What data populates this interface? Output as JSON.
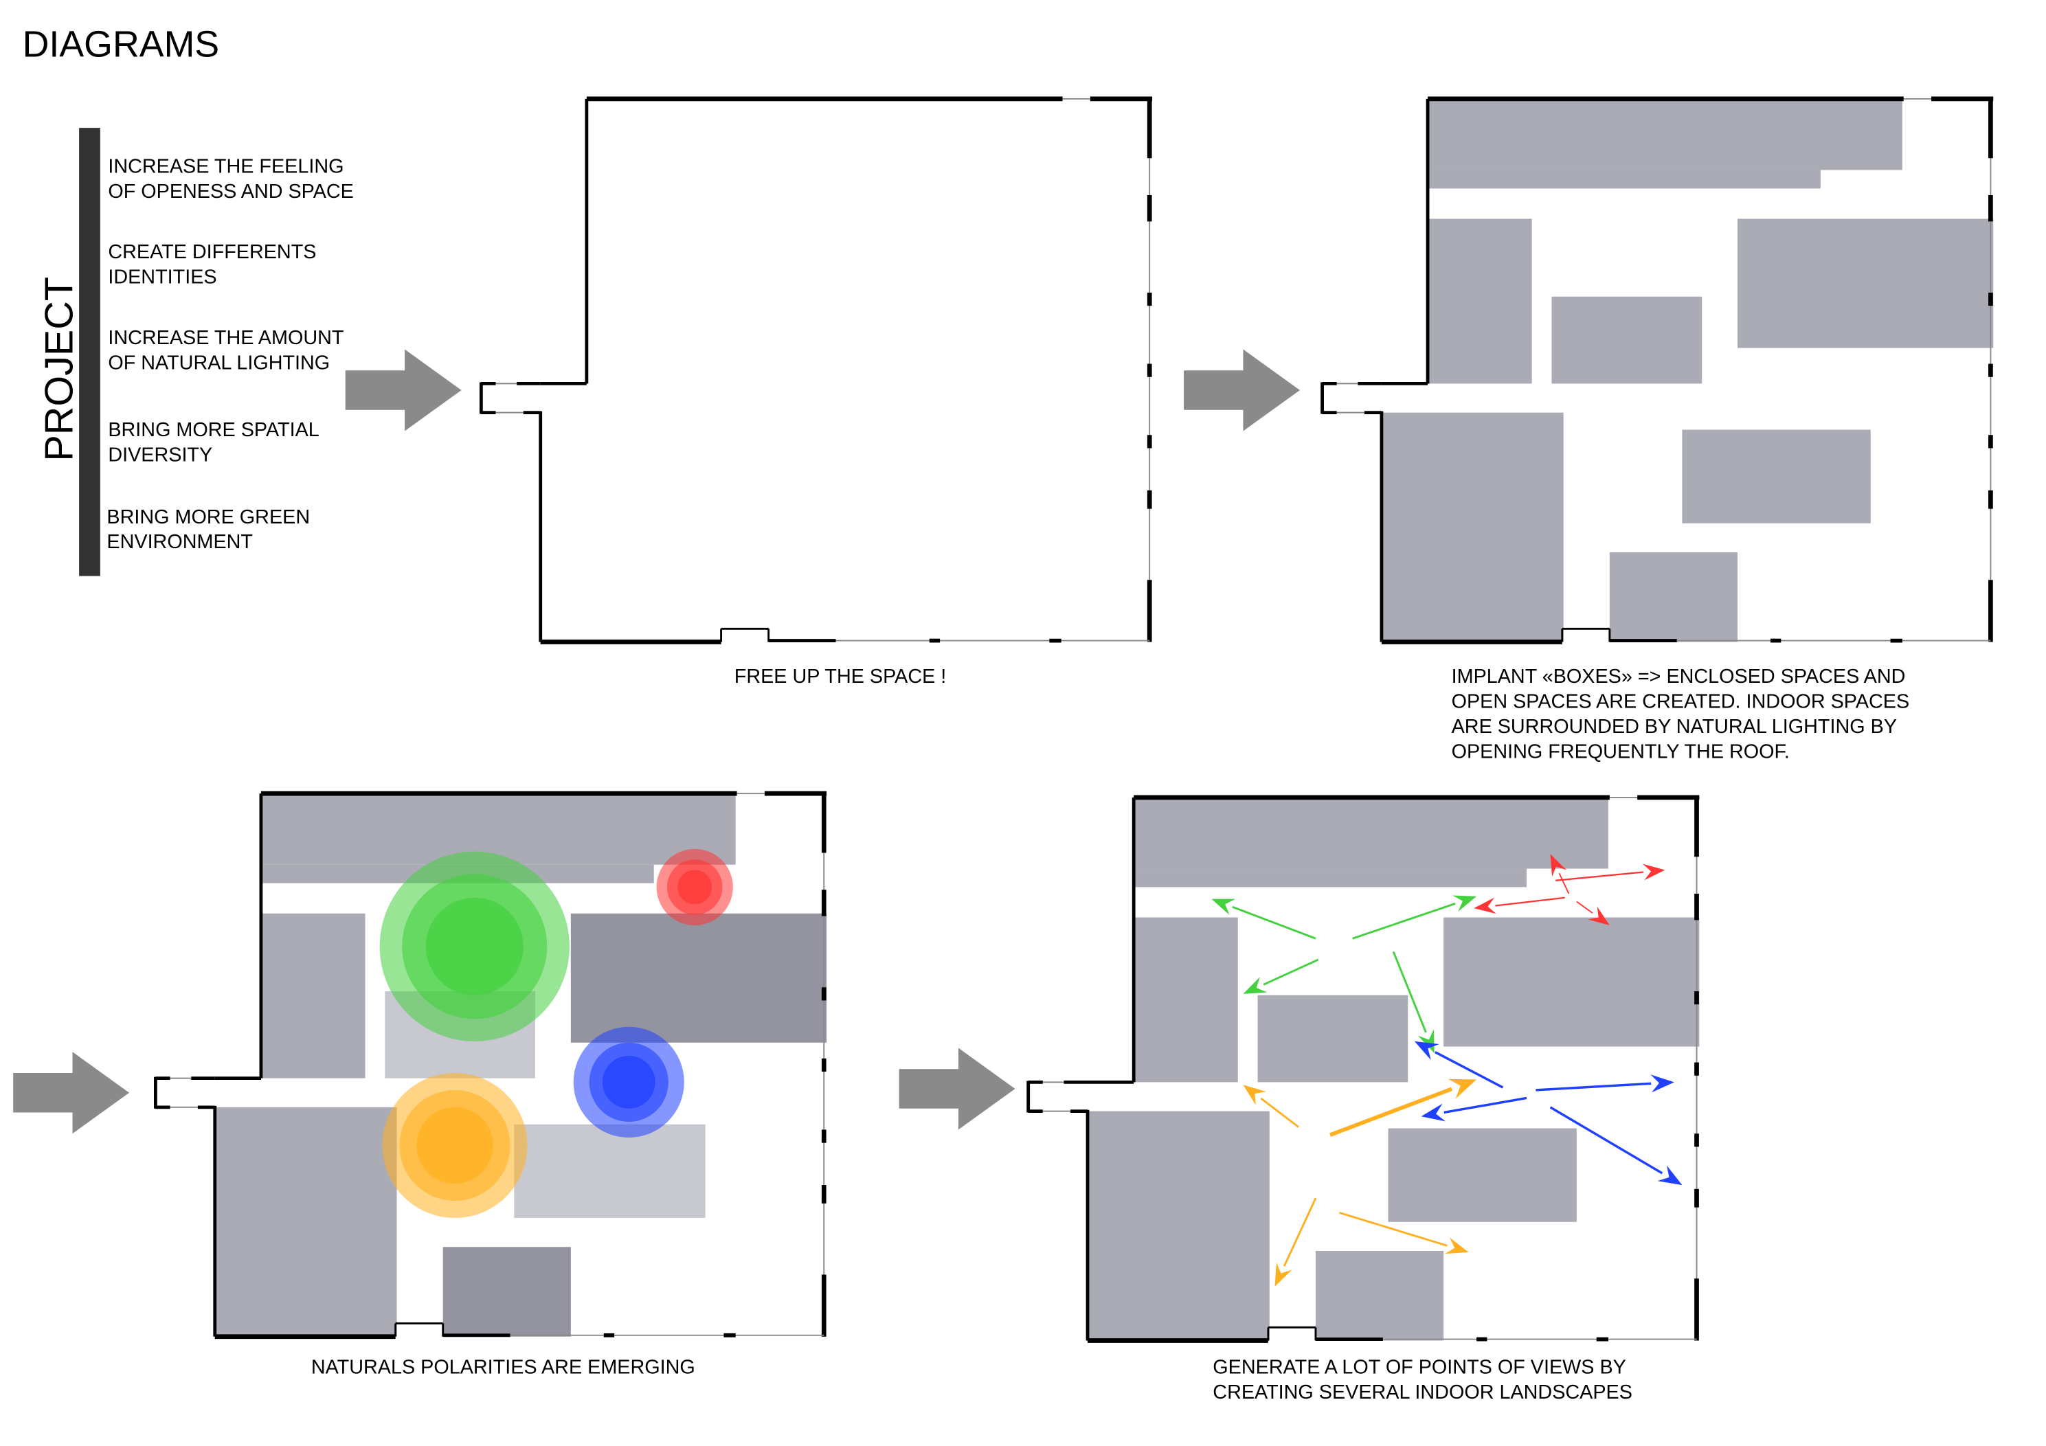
{
  "page": {
    "title": "DIAGRAMS",
    "side_label": "PROJECT"
  },
  "goals": [
    {
      "lines": [
        "INCREASE THE FEELING",
        "OF OPENESS AND SPACE"
      ]
    },
    {
      "lines": [
        "CREATE DIFFERENTS",
        "IDENTITIES"
      ]
    },
    {
      "lines": [
        "INCREASE THE AMOUNT",
        "OF NATURAL LIGHTING"
      ]
    },
    {
      "lines": [
        "BRING MORE SPATIAL",
        "DIVERSITY"
      ]
    },
    {
      "lines": [
        "BRING MORE GREEN",
        "ENVIRONMENT"
      ]
    }
  ],
  "diagrams": [
    {
      "id": "free-up-space",
      "caption": [
        "FREE UP THE SPACE !"
      ]
    },
    {
      "id": "implant-boxes",
      "caption": [
        "IMPLANT «BOXES» => ENCLOSED SPACES AND",
        "OPEN SPACES ARE CREATED. INDOOR SPACES",
        "ARE SURROUNDED BY NATURAL LIGHTING BY",
        "OPENING FREQUENTLY THE ROOF."
      ]
    },
    {
      "id": "natural-polarities",
      "caption": [
        "NATURALS POLARITIES ARE EMERGING"
      ]
    },
    {
      "id": "points-of-view",
      "caption": [
        "GENERATE A LOT OF POINTS OF VIEWS  BY",
        "CREATING SEVERAL INDOOR LANDSCAPES"
      ]
    }
  ],
  "colors": {
    "box_light": "#aaabb5",
    "box_dark": "#9394a0",
    "box_pale": "#c8c9d0",
    "arrow_gray": "#8a8a8a",
    "green": "#45d040",
    "red": "#ff3535",
    "blue": "#2040ff",
    "orange": "#ffb020",
    "bar": "#333333"
  }
}
